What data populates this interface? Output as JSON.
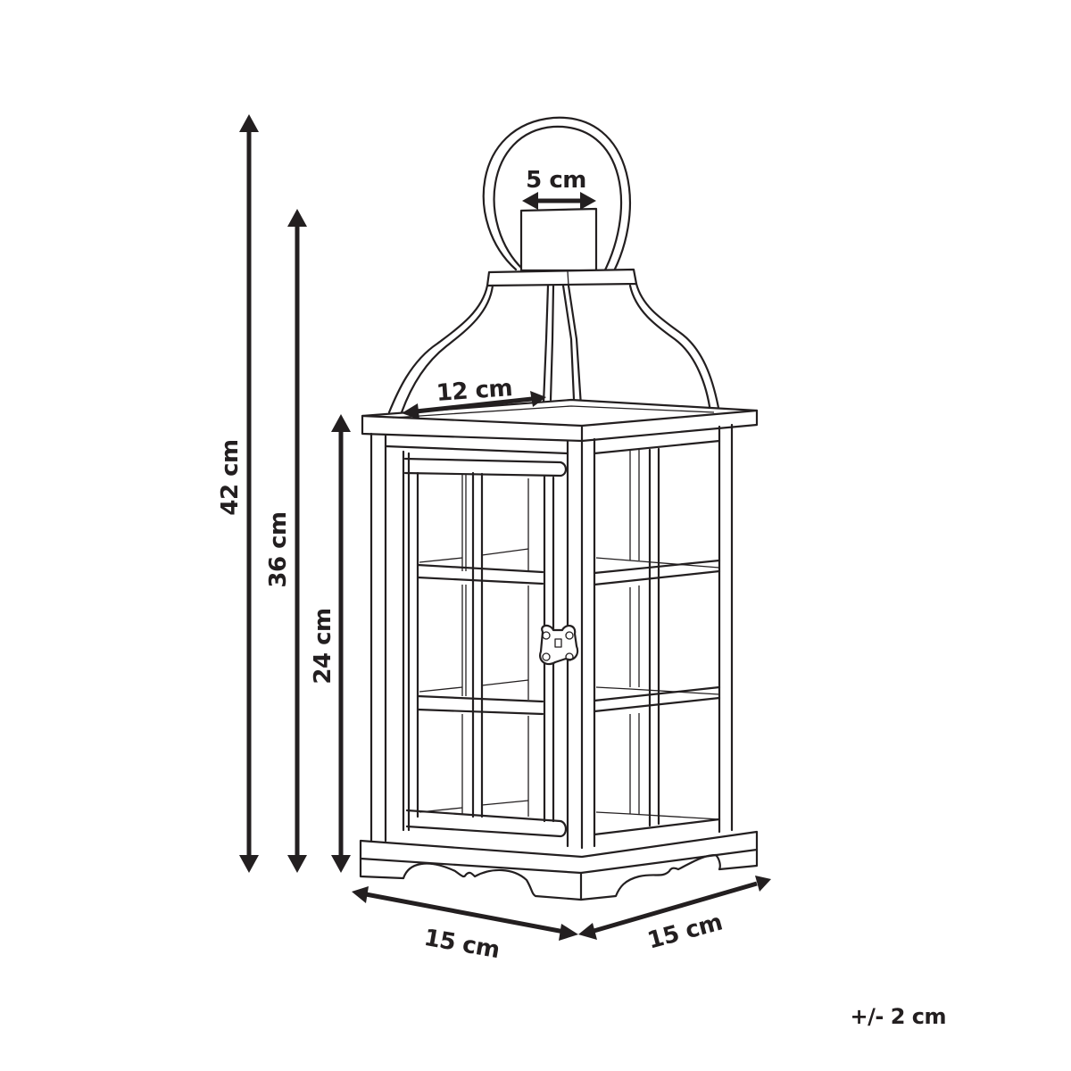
{
  "figure": {
    "subject": "lantern",
    "stroke_color": "#231f20",
    "background": "#ffffff"
  },
  "dimensions": {
    "total_height": "42 cm",
    "height_without_handle": "36 cm",
    "body_height": "24 cm",
    "top_opening": "5 cm",
    "roof_width": "12 cm",
    "base_width": "15 cm",
    "base_depth": "15 cm"
  },
  "tolerance": "+/- 2 cm"
}
